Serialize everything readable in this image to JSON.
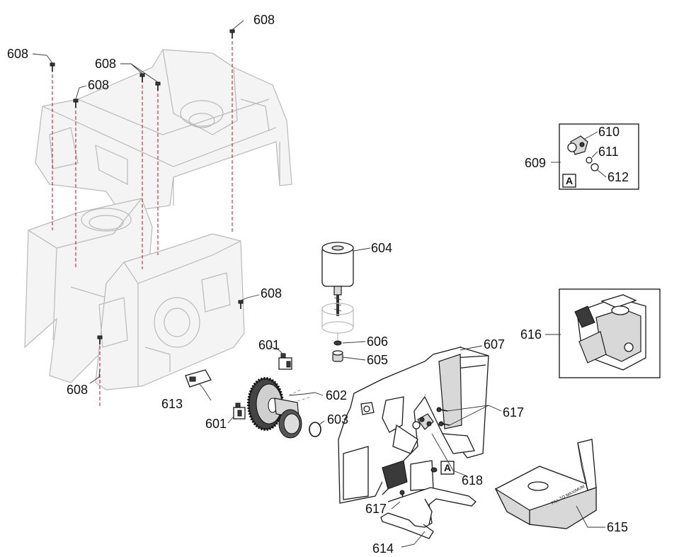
{
  "callouts": {
    "c601a": "601",
    "c601b": "601",
    "c602": "602",
    "c603": "603",
    "c604": "604",
    "c605": "605",
    "c606": "606",
    "c607": "607",
    "c608a": "608",
    "c608b": "608",
    "c608c": "608",
    "c608d": "608",
    "c608e": "608",
    "c608f": "608",
    "c609": "609",
    "c610": "610",
    "c611": "611",
    "c612": "612",
    "c613": "613",
    "c614": "614",
    "c615": "615",
    "c616": "616",
    "c617a": "617",
    "c617b": "617",
    "c618": "618"
  },
  "detail_marker": {
    "inset_letter": "A",
    "main_letter": "A"
  },
  "tray_print": "FILL TO MAXIMUM"
}
